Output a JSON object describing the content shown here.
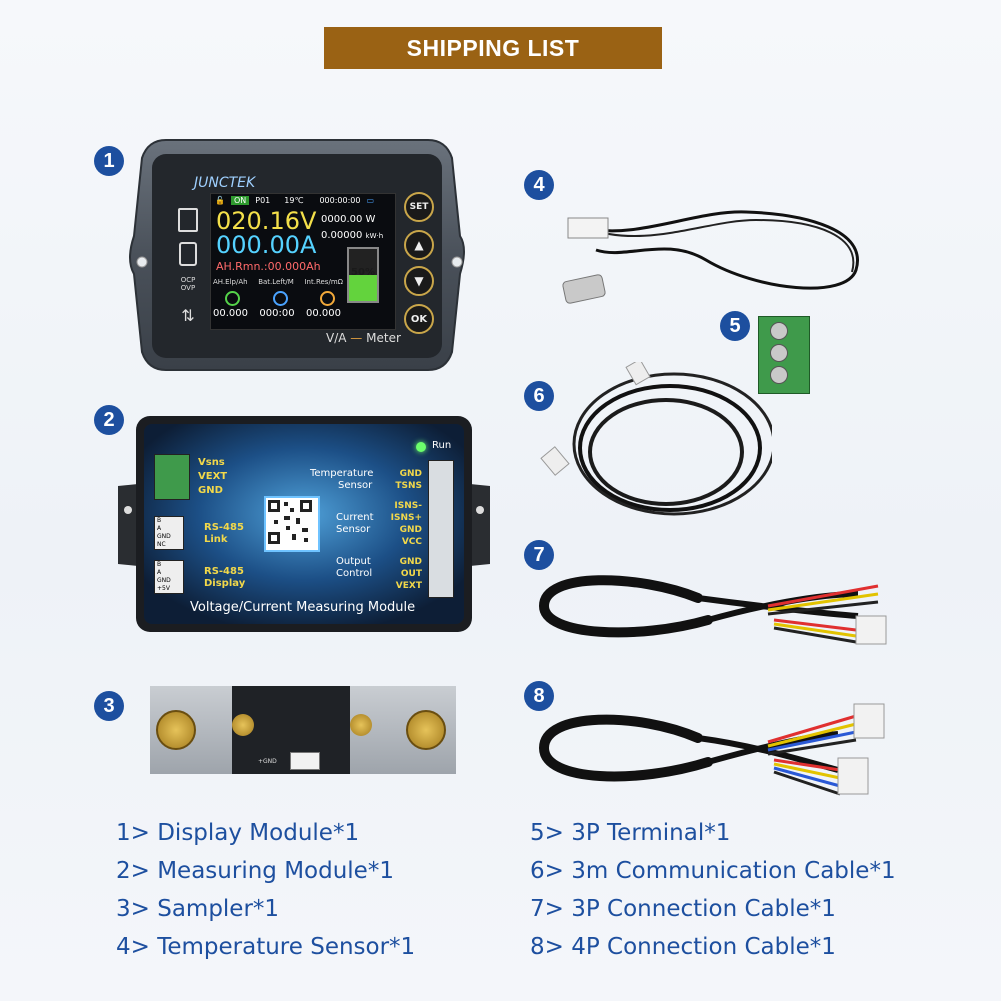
{
  "header": {
    "title": "SHIPPING LIST"
  },
  "badges": [
    "1",
    "2",
    "3",
    "4",
    "5",
    "6",
    "7",
    "8"
  ],
  "display": {
    "brand": "JUNCTEK",
    "status": {
      "on": "ON",
      "program": "P01",
      "temp": "19℃",
      "time": "000:00:00"
    },
    "voltage": "020.16V",
    "current": "000.00A",
    "power": "0000.00",
    "power_unit": "W",
    "energy": "0.00000",
    "energy_unit": "kW·h",
    "ah_remaining": "AH.Rmn.:00.000Ah",
    "battery_percent": "50%",
    "battery_level": 0.5,
    "stat_labels": [
      "AH.Elp/Ah",
      "Bat.Left/M",
      "Int.Res/mΩ"
    ],
    "stat_values": [
      "00.000",
      "000:00",
      "00.000"
    ],
    "left_icons": [
      "OCP OVP"
    ],
    "buttons": {
      "set": "SET",
      "ok": "OK"
    },
    "meter_label_a": "V/A",
    "meter_label_b": "Meter"
  },
  "module": {
    "run_label": "Run",
    "left_pins": [
      "Vsns",
      "VEXT",
      "GND"
    ],
    "rs485_link_pins": [
      "B",
      "A",
      "GND",
      "NC"
    ],
    "rs485_link_label": [
      "RS-485",
      "Link"
    ],
    "rs485_display_pins": [
      "B",
      "A",
      "GND",
      "+5V"
    ],
    "rs485_display_label": [
      "RS-485",
      "Display"
    ],
    "temp_sensor_label": [
      "Temperature",
      "Sensor"
    ],
    "temp_sensor_pins": [
      "GND",
      "TSNS"
    ],
    "current_sensor_label": [
      "Current",
      "Sensor"
    ],
    "current_sensor_pins": [
      "ISNS-",
      "ISNS+",
      "GND",
      "VCC"
    ],
    "output_control_label": [
      "Output",
      "Control"
    ],
    "output_control_pins": [
      "GND",
      "OUT",
      "VEXT"
    ],
    "title": "Voltage/Current Measuring Module"
  },
  "sampler": {
    "label": "+GND"
  },
  "legend": [
    "1> Display Module*1",
    "2> Measuring Module*1",
    "3> Sampler*1",
    "4> Temperature Sensor*1",
    "5> 3P Terminal*1",
    "6> 3m Communication Cable*1",
    "7> 3P Connection Cable*1",
    "8> 4P Connection Cable*1"
  ],
  "colors": {
    "header_bg": "#9a6214",
    "accent_blue": "#1d4f9f",
    "voltage_yellow": "#f4e04a",
    "current_cyan": "#55d2ff",
    "terminal_green": "#3f9a4b"
  }
}
